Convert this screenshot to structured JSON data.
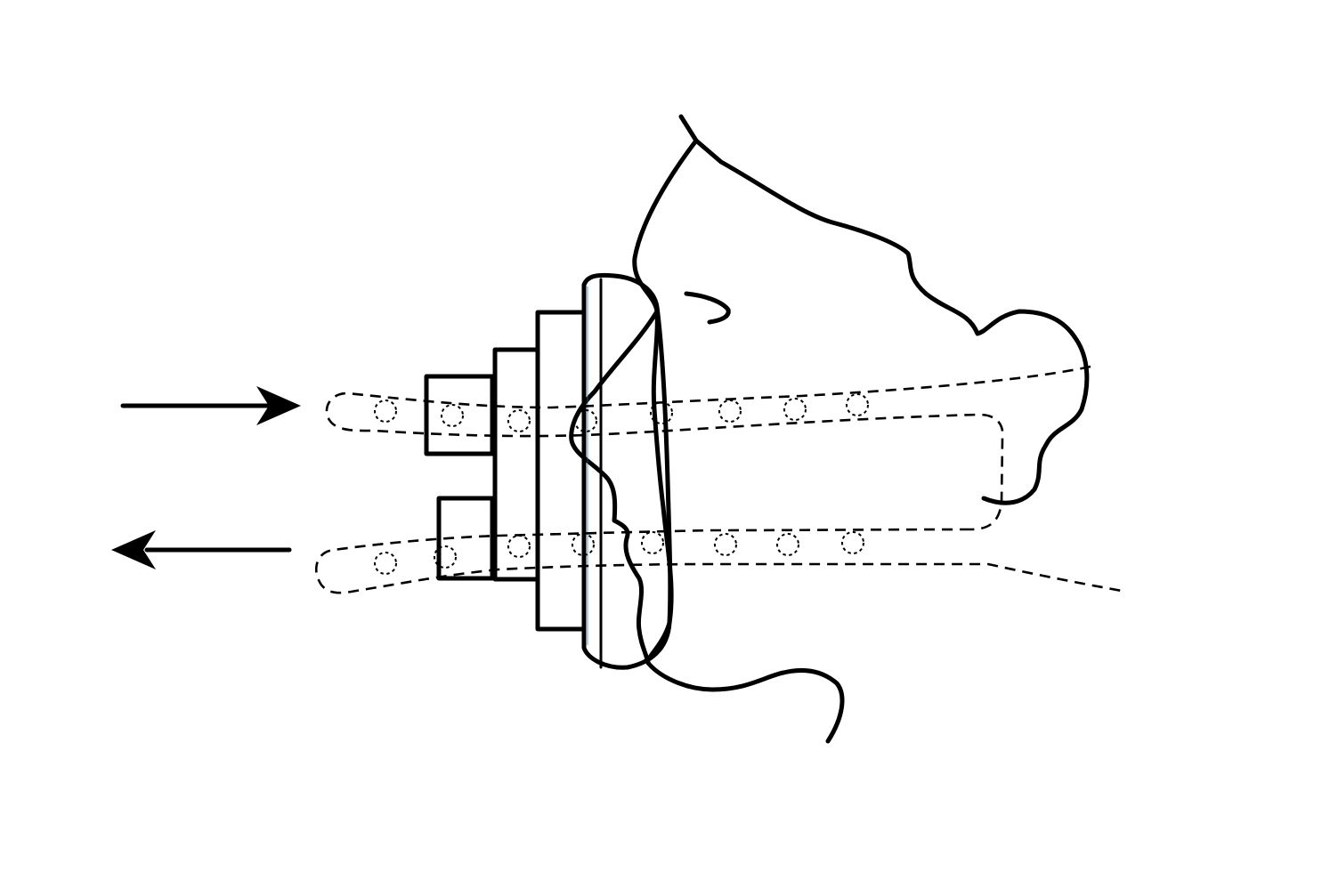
{
  "diagram": {
    "colors": {
      "line": "#000000",
      "background": "#ffffff",
      "plate_edge_tint": "#2a6fa8"
    },
    "arrows": [
      {
        "name": "inflow-arrow",
        "direction": "right"
      },
      {
        "name": "outflow-arrow",
        "direction": "left"
      }
    ],
    "components": [
      "anatomical-outline",
      "plate-stack",
      "upper-catheter-dashed",
      "lower-catheter-dashed",
      "catheter-loop-dashed",
      "catheter-side-holes"
    ]
  }
}
